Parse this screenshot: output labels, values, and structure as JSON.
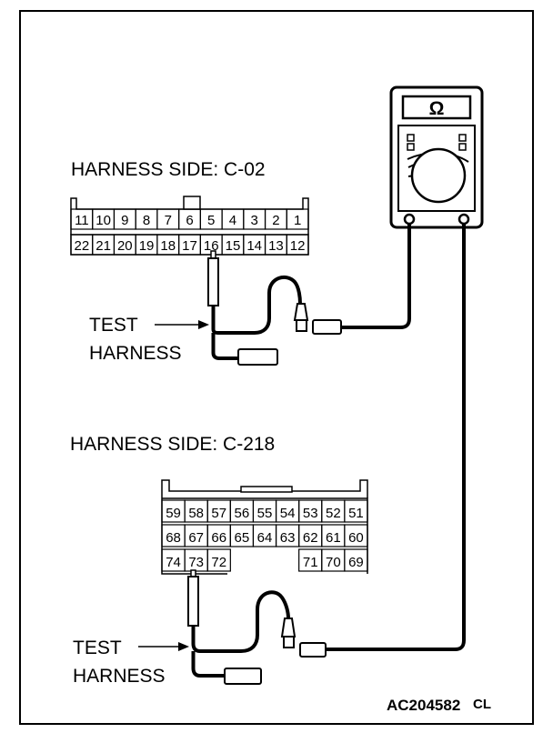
{
  "connector_c02": {
    "title": "HARNESS SIDE: C-02",
    "top_row": [
      "11",
      "10",
      "9",
      "8",
      "7",
      "6",
      "5",
      "4",
      "3",
      "2",
      "1"
    ],
    "bottom_row": [
      "22",
      "21",
      "20",
      "19",
      "18",
      "17",
      "16",
      "15",
      "14",
      "13",
      "12"
    ]
  },
  "connector_c218": {
    "title": "HARNESS SIDE: C-218",
    "row1": [
      "59",
      "58",
      "57",
      "56",
      "55",
      "54",
      "53",
      "52",
      "51"
    ],
    "row2": [
      "68",
      "67",
      "66",
      "65",
      "64",
      "63",
      "62",
      "61",
      "60"
    ],
    "row3": [
      "74",
      "73",
      "72",
      "",
      "",
      "",
      "71",
      "70",
      "69"
    ]
  },
  "meter": {
    "symbol": "Ω"
  },
  "test_harness_upper": {
    "line1": "TEST",
    "line2": "HARNESS"
  },
  "test_harness_lower": {
    "line1": "TEST",
    "line2": "HARNESS"
  },
  "figure_code": {
    "main": "AC204582",
    "suffix": "CL"
  }
}
